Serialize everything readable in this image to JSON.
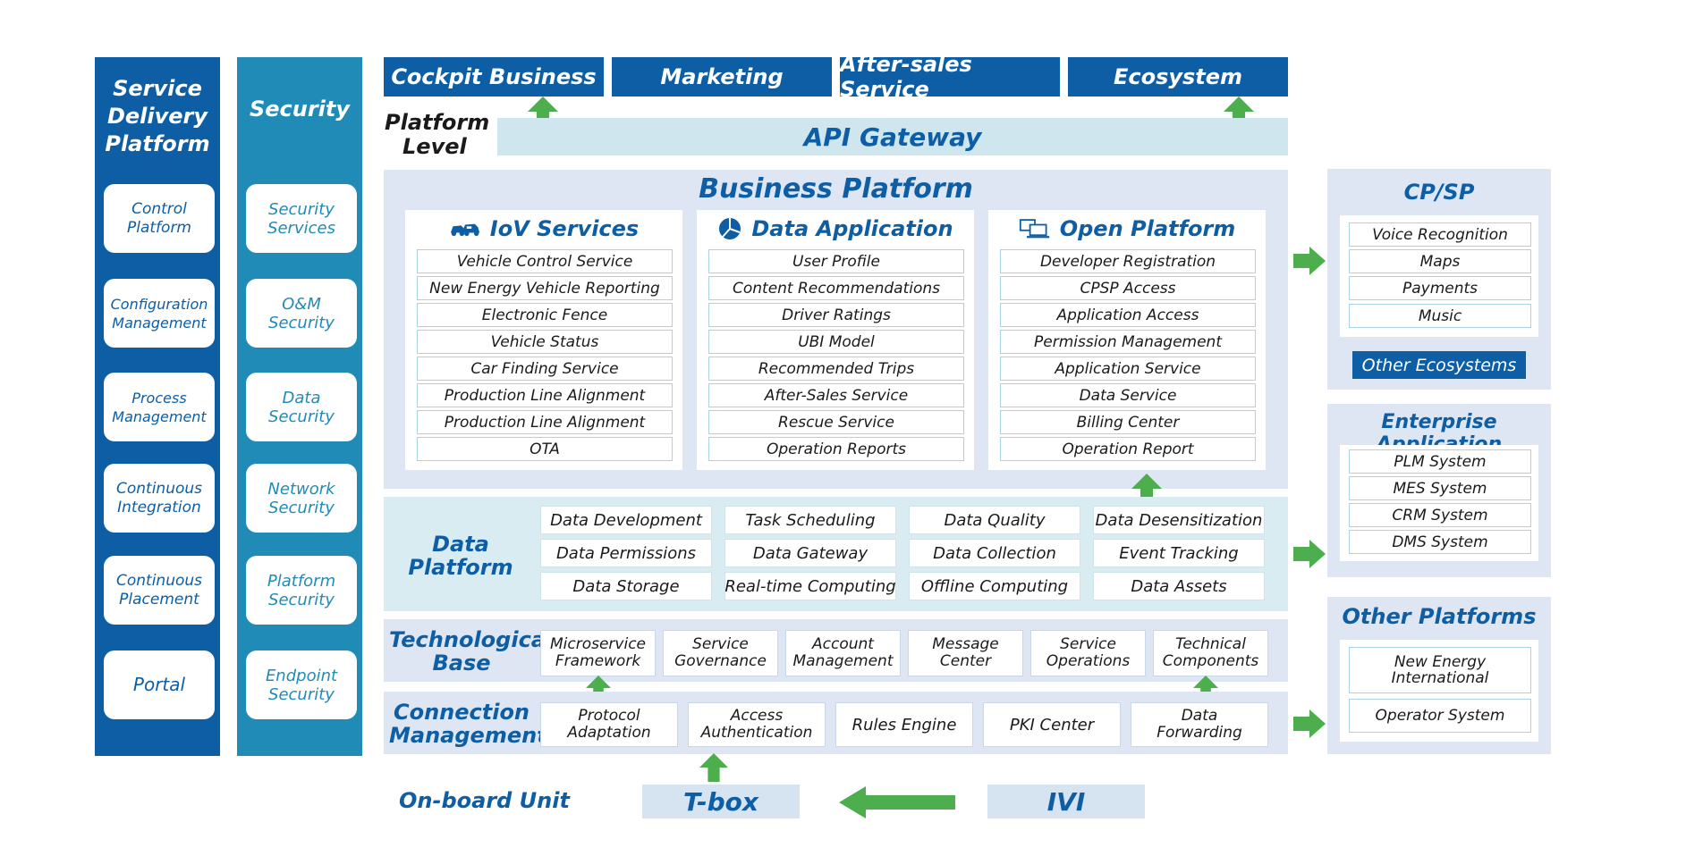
{
  "left_columns": {
    "sdp": {
      "title_lines": [
        "Service",
        "Delivery",
        "Platform"
      ],
      "items": [
        [
          "Control",
          "Platform"
        ],
        [
          "Configuration",
          "Management"
        ],
        [
          "Process",
          "Management"
        ],
        [
          "Continuous",
          "Integration"
        ],
        [
          "Continuous",
          "Placement"
        ],
        [
          "Portal"
        ]
      ]
    },
    "security": {
      "title": "Security",
      "items": [
        [
          "Security",
          "Services"
        ],
        [
          "O&M",
          "Security"
        ],
        [
          "Data",
          "Security"
        ],
        [
          "Network",
          "Security"
        ],
        [
          "Platform",
          "Security"
        ],
        [
          "Endpoint",
          "Security"
        ]
      ]
    }
  },
  "top_tabs": [
    "Cockpit Business",
    "Marketing",
    "After-sales Service",
    "Ecosystem"
  ],
  "platform_level": [
    "Platform",
    "Level"
  ],
  "api_gateway": "API Gateway",
  "business_platform": {
    "title": "Business Platform",
    "panels": [
      {
        "title": "IoV Services",
        "icon": "cars-icon",
        "items": [
          "Vehicle Control Service",
          "New  Energy Vehicle Reporting",
          "Electronic Fence",
          "Vehicle Status",
          "Car Finding Service",
          "Production Line Alignment",
          "Production Line Alignment",
          "OTA"
        ]
      },
      {
        "title": "Data Application",
        "icon": "chart-pie-icon",
        "items": [
          "User Profile",
          "Content Recommendations",
          "Driver Ratings",
          "UBI Model",
          "Recommended Trips",
          "After-Sales Service",
          "Rescue Service",
          "Operation Reports"
        ]
      },
      {
        "title": "Open Platform",
        "icon": "computers-icon",
        "items": [
          "Developer Registration",
          "CPSP Access",
          "Application Access",
          "Permission Management",
          "Application Service",
          "Data Service",
          "Billing Center",
          "Operation Report"
        ]
      }
    ]
  },
  "data_platform": {
    "title_lines": [
      "Data",
      "Platform"
    ],
    "rows": [
      [
        "Data Development",
        "Task Scheduling",
        "Data Quality",
        "Data Desensitization"
      ],
      [
        "Data Permissions",
        "Data Gateway",
        "Data Collection",
        "Event Tracking"
      ],
      [
        "Data Storage",
        "Real-time Computing",
        "Offline Computing",
        "Data Assets"
      ]
    ]
  },
  "tech_base": {
    "title_lines": [
      "Technological",
      "Base"
    ],
    "items": [
      [
        "Microservice",
        "Framework"
      ],
      [
        "Service",
        "Governance"
      ],
      [
        "Account",
        "Management"
      ],
      [
        "Message",
        "Center"
      ],
      [
        "Service",
        "Operations"
      ],
      [
        "Technical",
        "Components"
      ]
    ]
  },
  "connection_mgmt": {
    "title_lines": [
      "Connection",
      "Management"
    ],
    "items": [
      [
        "Protocol",
        "Adaptation"
      ],
      [
        "Access",
        "Authentication"
      ],
      [
        "Rules Engine"
      ],
      [
        "PKI Center"
      ],
      [
        "Data",
        "Forwarding"
      ]
    ]
  },
  "onboard": {
    "label": "On-board Unit",
    "tbox": "T-box",
    "ivi": "IVI"
  },
  "right": {
    "cpsp": {
      "title": "CP/SP",
      "items": [
        "Voice Recognition",
        "Maps",
        "Payments",
        "Music"
      ],
      "button": "Other Ecosystems"
    },
    "enterprise": {
      "title": "Enterprise Application",
      "items": [
        "PLM System",
        "MES System",
        "CRM System",
        "DMS System"
      ]
    },
    "other": {
      "title": "Other Platforms",
      "items": [
        [
          "New Energy",
          "International"
        ],
        [
          "Operator System"
        ]
      ]
    }
  },
  "colors": {
    "primary_blue": "#0e5ea5",
    "security_teal": "#218bb8",
    "arrow_green": "#4cae4c",
    "panel_gray": "#dde6f2",
    "light_teal": "#d8ecf2"
  }
}
